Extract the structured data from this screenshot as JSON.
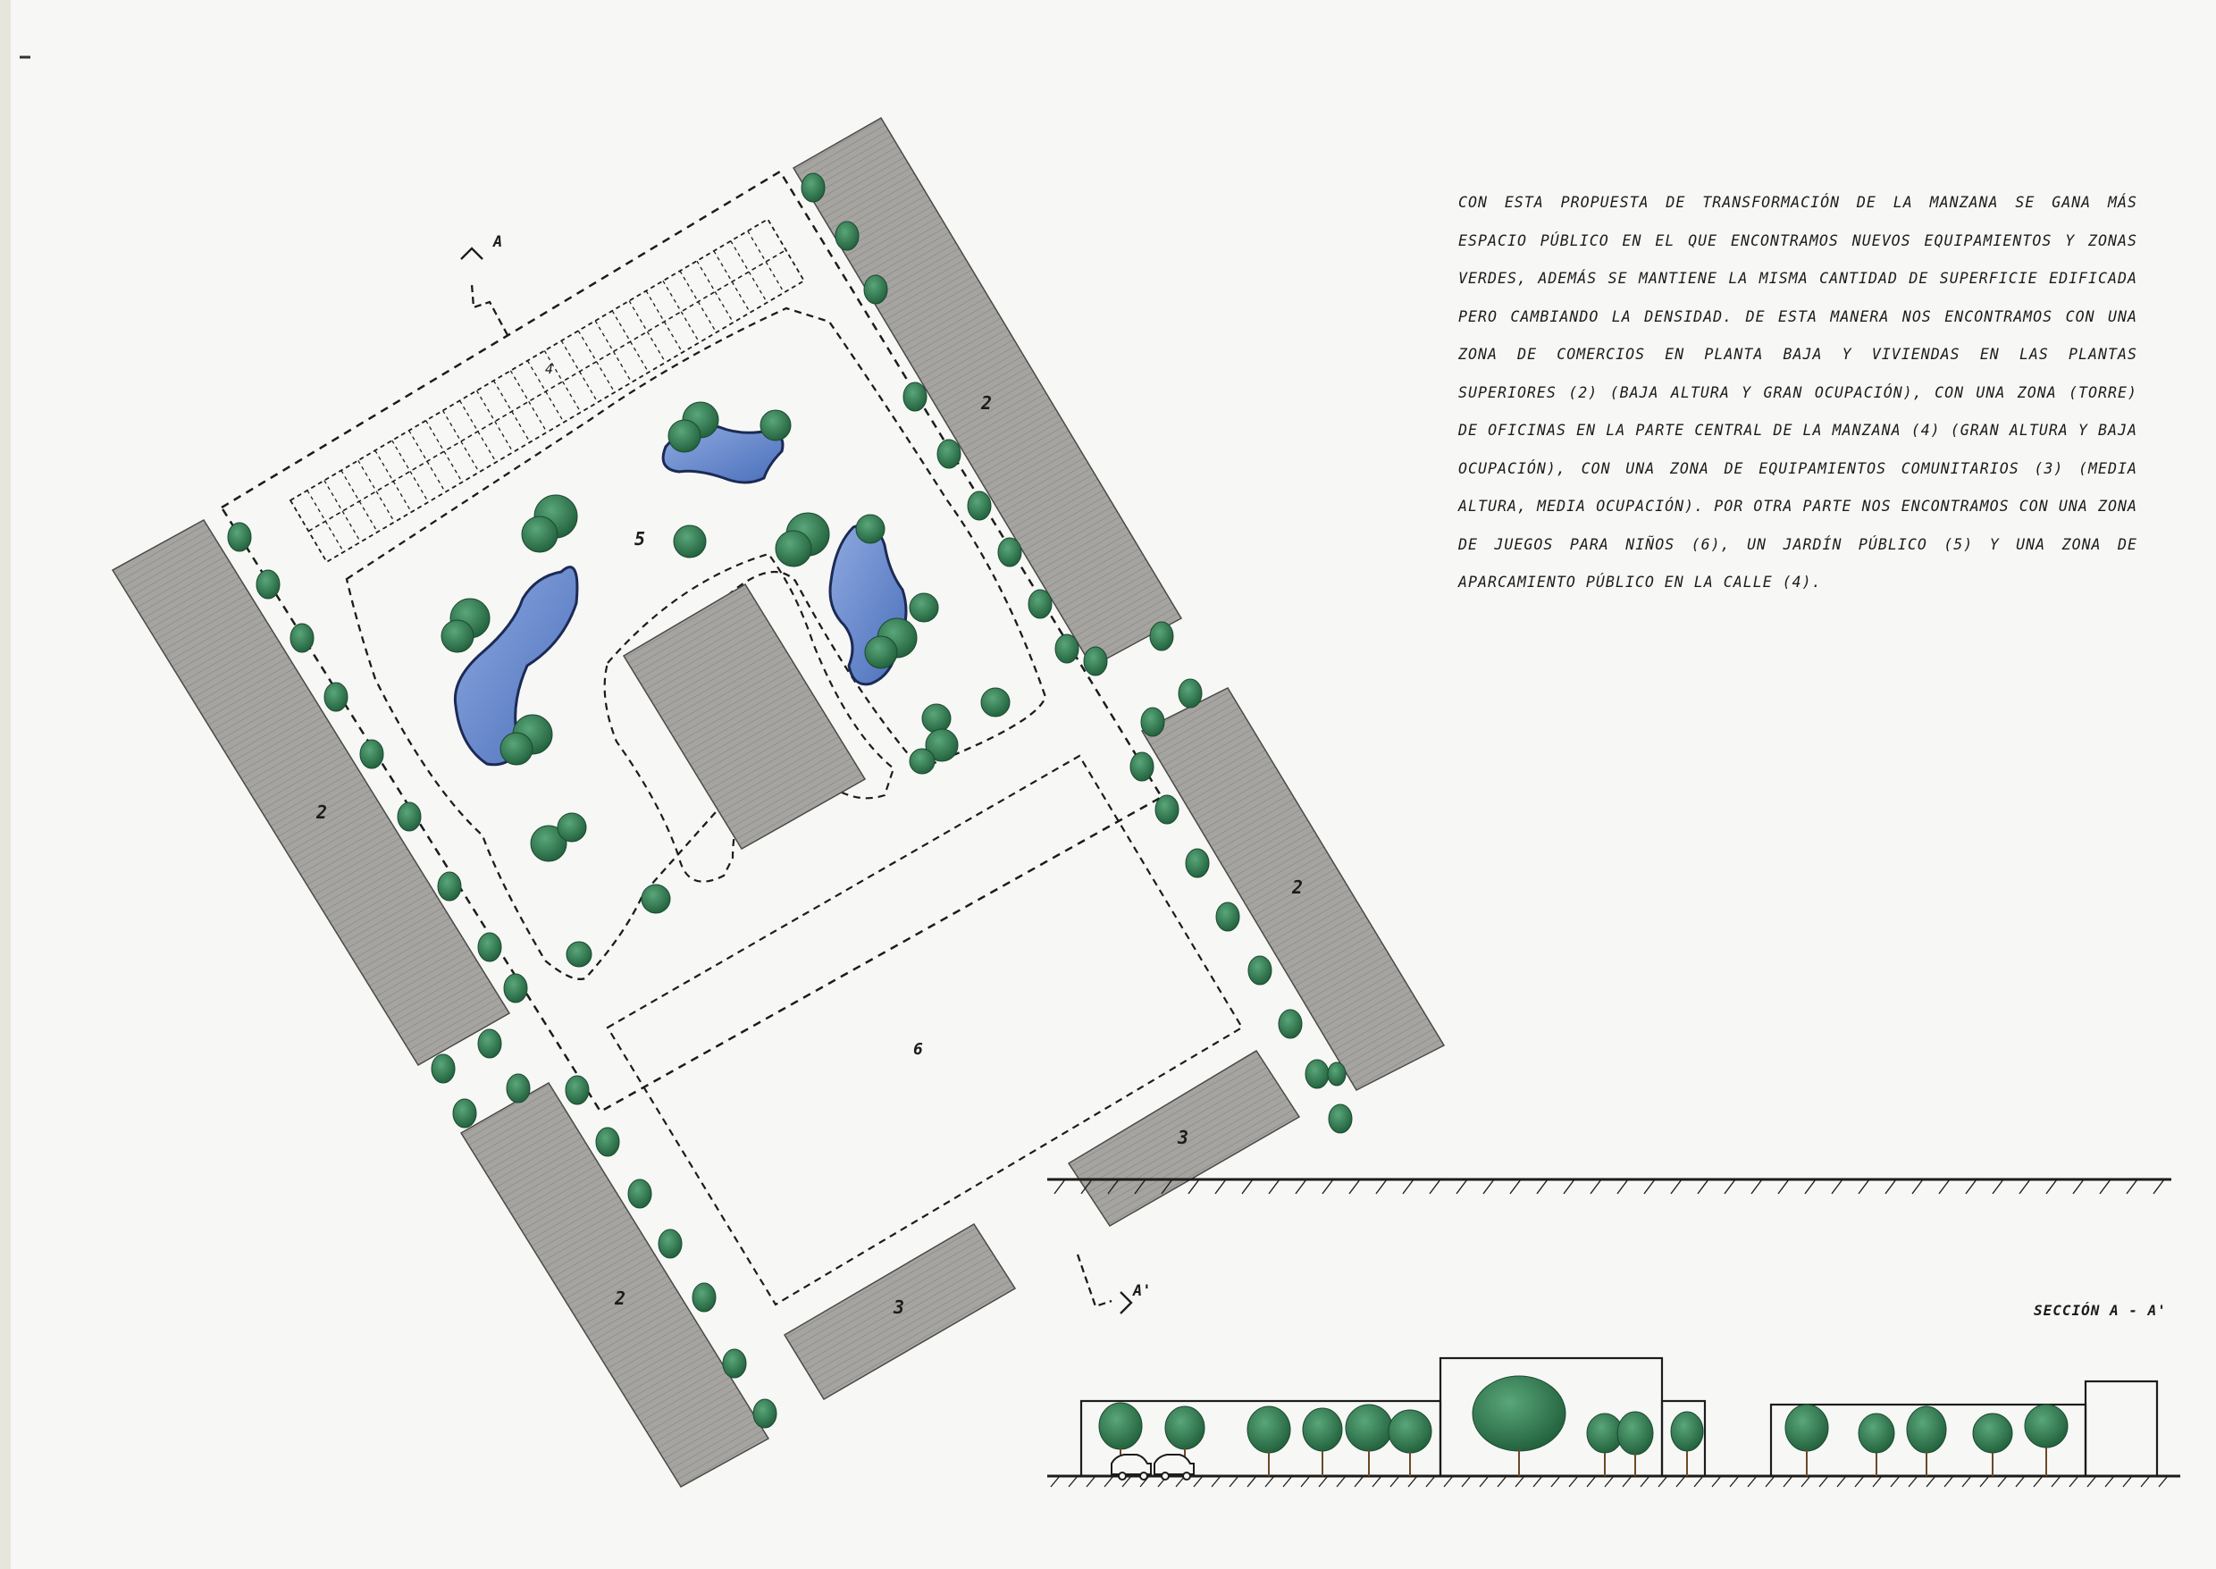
{
  "description_text": "Con esta propuesta de transformación de la manzana se gana más espacio público en el que encontramos nuevos equipamientos y zonas verdes, además se mantiene la misma cantidad de superficie edificada pero cambiando la densidad. De esta manera nos encontramos con una zona de comercios en planta baja y viviendas en las plantas superiores (2) (baja altura y gran ocupación), con una zona (torre) de oficinas en la parte central de la manzana (4) (gran altura y baja ocupación), con una zona de equipamientos comunitarios (3) (media altura, media ocupación). Por otra parte nos encontramos con una zona de juegos para niños (6), un jardín público (5) y una zona de aparcamiento público en la calle (4).",
  "plan": {
    "section_marker_top": "A",
    "section_marker_bottom": "A'",
    "labels": {
      "housing_top_right": "2",
      "housing_left": "2",
      "housing_right": "2",
      "housing_bottom_left": "2",
      "equipment_bottom": "3",
      "equipment_right": "3",
      "garden": "5",
      "playground": "6",
      "parking": "4"
    }
  },
  "section": {
    "title": "SECCIÓN A - A'"
  },
  "colors": {
    "building_fill": "#a3a19e",
    "tree_green": "#2f7a4f",
    "water_blue": "#5a7fc4",
    "ink": "#1c1c1c",
    "paper": "#f7f7f5"
  }
}
